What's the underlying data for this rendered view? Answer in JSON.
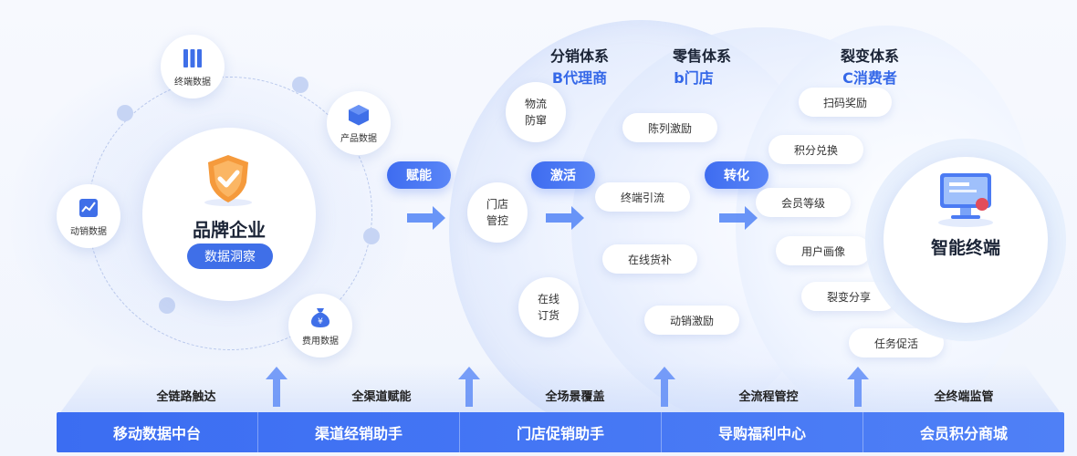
{
  "brand": {
    "title": "品牌企业",
    "badge": "数据洞察",
    "nodes": {
      "terminal": "终端数据",
      "product": "产品数据",
      "sales": "动销数据",
      "expense": "费用数据"
    }
  },
  "flow": {
    "empower": "赋能",
    "activate": "激活",
    "convert": "转化"
  },
  "systems": [
    {
      "title": "分销体系",
      "subtitle": "B代理商"
    },
    {
      "title": "零售体系",
      "subtitle": "b门店"
    },
    {
      "title": "裂变体系",
      "subtitle": "C消费者"
    }
  ],
  "distribution_circles": [
    "物流\n防窜",
    "门店\n管控",
    "在线\n订货"
  ],
  "retail_tags": [
    "陈列激励",
    "终端引流",
    "在线货补",
    "动销激励"
  ],
  "fission_tags": [
    "扫码奖励",
    "积分兑换",
    "会员等级",
    "用户画像",
    "裂变分享",
    "任务促活"
  ],
  "terminal": {
    "title": "智能终端"
  },
  "bottom": {
    "captions": [
      "全链路触达",
      "全渠道赋能",
      "全场景覆盖",
      "全流程管控",
      "全终端监管"
    ],
    "modules": [
      "移动数据中台",
      "渠道经销助手",
      "门店促销助手",
      "导购福利中心",
      "会员积分商城"
    ]
  },
  "colors": {
    "accent": "#3f6fe8",
    "accent_text": "#3568e8"
  },
  "icons": [
    "bar-chart-icon",
    "cube-icon",
    "chart-icon",
    "money-bag-icon",
    "shield-check-icon",
    "computer-icon",
    "chevron-right-icon",
    "arrow-up-icon"
  ]
}
